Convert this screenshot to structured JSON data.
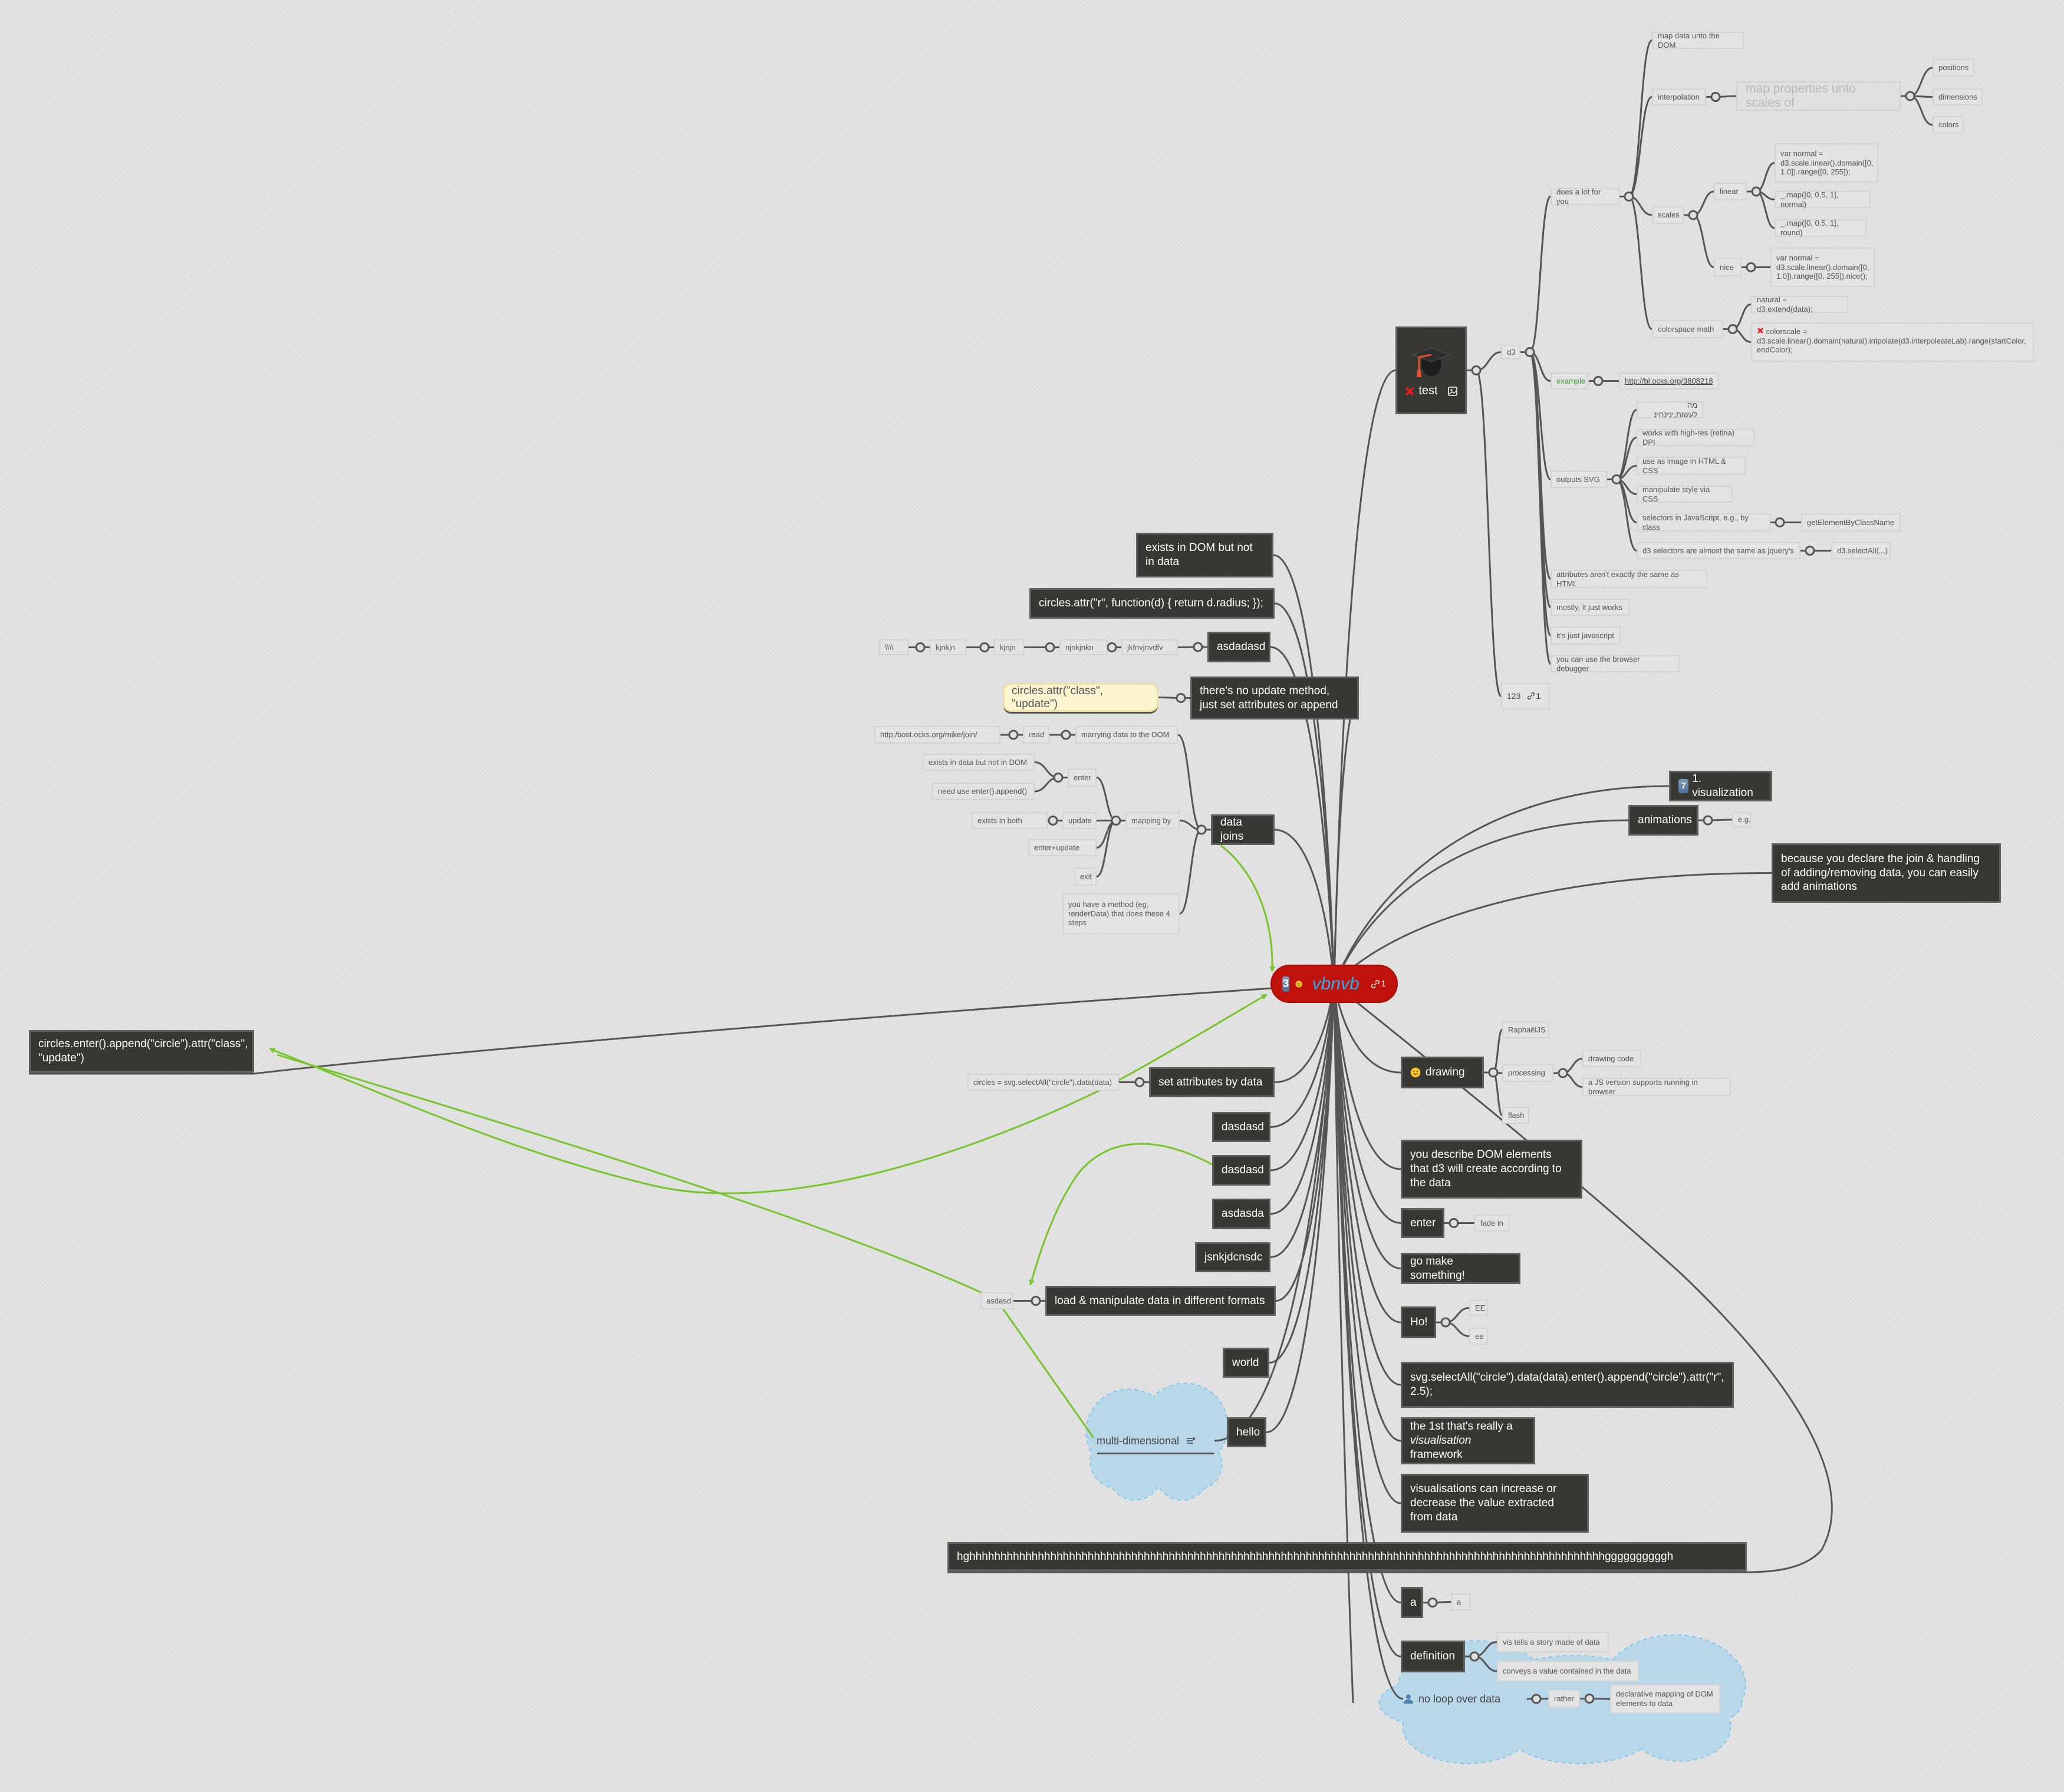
{
  "map": {
    "root": {
      "badge": "3",
      "title": "vbnvb",
      "link_count": "1",
      "icons": [
        "keycap-3-icon",
        "smiley-icon",
        "link-icon"
      ]
    },
    "test": {
      "label": "test",
      "icons": [
        "graduation-cap-image",
        "red-x-icon",
        "image-icon"
      ]
    },
    "vis": {
      "badge": "7",
      "label": "1. visualization"
    },
    "n123": {
      "label": "123",
      "link_count": "1"
    },
    "drawing": {
      "label": "drawing",
      "icon": "smiley-icon"
    },
    "colorscale": {
      "label": "colorscale = d3.scale.linear().domain(natural).intpolate(d3.interpoleateLab).range(startColor, endColor);",
      "icon": "red-x-icon"
    },
    "first": {
      "before": "the 1st that's really a ",
      "emphasis": "visualisation",
      "after": " framework"
    },
    "noloop": {
      "label": "no loop over data",
      "icon": "person-icon"
    },
    "multi": {
      "label": "multi-dimensional",
      "icon": "notes-icon"
    },
    "nodes": {
      "d3": "d3",
      "doeslot": "does a lot for you",
      "mapdata": "map data unto the DOM",
      "interp": "interpolation",
      "mapprops": "map properties unto scales of",
      "positions": "positions",
      "dimensions": "dimensions",
      "colors": "colors",
      "scales": "scales",
      "linear": "linear",
      "varlin": "var normal = d3.scale.linear().domain([0, 1.0]).range([0, 255]);",
      "mapnormal": "_.map([0, 0,5, 1], normal)",
      "mapround": "_.map([0, 0.5, 1], round)",
      "nice": "nice",
      "varnice": "var normal = d3.scale.linear().domain([0, 1.0]).range([0, 255]).nice();",
      "colorspace": "colorspace math",
      "natural": "natural = d3.extend(data);",
      "example": "example",
      "exlink": "http://bl.ocks.org/3808218",
      "outsvg": "outputs SVG",
      "hebrew": "מה לעשות,ינינחינ",
      "retina": "works with high-res (retina) DPI",
      "useimg": "use as image in HTML & CSS",
      "manip": "manipulate style via CSS",
      "seljs": "selectors in JavaScript, e.g., by class",
      "getel": "getElementByClassName",
      "d3sel": "d3 selectors are almost the same as jquery's",
      "selall": "d3.selectAll(...)",
      "attrs": "attributes aren't exactly the same as HTML",
      "mostly": "mostly, it just works",
      "justjs": "it's just javascript",
      "debugger": "you can use the browser debugger",
      "anim": "animations",
      "eg": "e.g.",
      "because": "because you declare the join & handling of adding/removing data, you can easily add animations",
      "raphael": "RaphaëlJS",
      "processing": "processing",
      "drawcode": "drawing code",
      "jsver": "a JS version supports running in browser",
      "flash": "flash",
      "describe": "you describe DOM elements that d3 will create according to the data",
      "enterR": "enter",
      "fadein": "fade in",
      "gomake": "go make something!",
      "ho": "Ho!",
      "EE": "EE",
      "ee": "ee",
      "svgsel": "svg.selectAll(\"circle\").data(data).enter().append(\"circle\").attr(\"r\", 2.5);",
      "visincr": "visualisations can increase or decrease the value extracted from data",
      "hhhh": "hghhhhhhhhhhhhhhhhhhhhhhhhhhhhhhhhhhhhhhhhhhhhhhhhhhhhhhhhhhhhhhhhhhhhhhhhhhhhhhhhhhhhhhhhhhhhhhhhhhhhhhggggggggggh",
      "aN": "a",
      "aC": "a",
      "definition": "definition",
      "vistells": "vis tells a story made of data",
      "conveys": "conveys a value contained in the data",
      "rather": "rather",
      "declar": "declarative mapping of DOM elements to data",
      "existsdom": "exists in DOM but not in data",
      "circlesr": "circles.attr(\"r\", function(d) { return d.radius; });",
      "asdadasd": "asdadasd",
      "jkf": "jkfnvjnvdfv",
      "njn": "njnkjnkn",
      "kjnjn": "kjnjn",
      "kjnkjn": "kjnkjn",
      "bs": "\\\\\\\\",
      "noupdate": "there's no update method, just set attributes or append",
      "yellow": "circles.attr(\"class\", \"update\")",
      "http": "http:/bost.ocks.org/mike/join/",
      "read": "read",
      "marrying": "marrying data to the DOM",
      "existsdata": "exists in data but not in DOM",
      "needuse": "need use enter().append()",
      "enterL": "enter",
      "both": "exists in both",
      "update": "update",
      "mapping": "mapping by",
      "enterupd": "enter+update",
      "exit": "exit",
      "method": "you have a method (eg, renderData) that does these 4 steps",
      "datajoins": "data joins",
      "circlesenter": "circles.enter().append(\"circle\").attr(\"class\", \"update\")",
      "setattr": "set attributes by data",
      "circleseq": "circles = svg.selectAll(\"circle\").data(data)",
      "dasd1": "dasdasd",
      "dasd2": "dasdasd",
      "asdasda": "asdasda",
      "jsnk": "jsnkjdcnsdc",
      "load": "load & manipulate data in different formats",
      "asdasd": "asdasd",
      "world": "world",
      "hello": "hello"
    }
  },
  "colors": {
    "root_fill": "#c0110a",
    "root_title": "#29aef3",
    "topic_fill": "#373733",
    "subtopic_fill": "#e3e3e3",
    "connector": "#555555",
    "relationship": "#77c52a",
    "cloud_fill": "#b8d8ea",
    "cloud_stroke": "#6cc4f5",
    "note_fill": "#fdf5d0",
    "example_text": "#3f9a3f"
  }
}
